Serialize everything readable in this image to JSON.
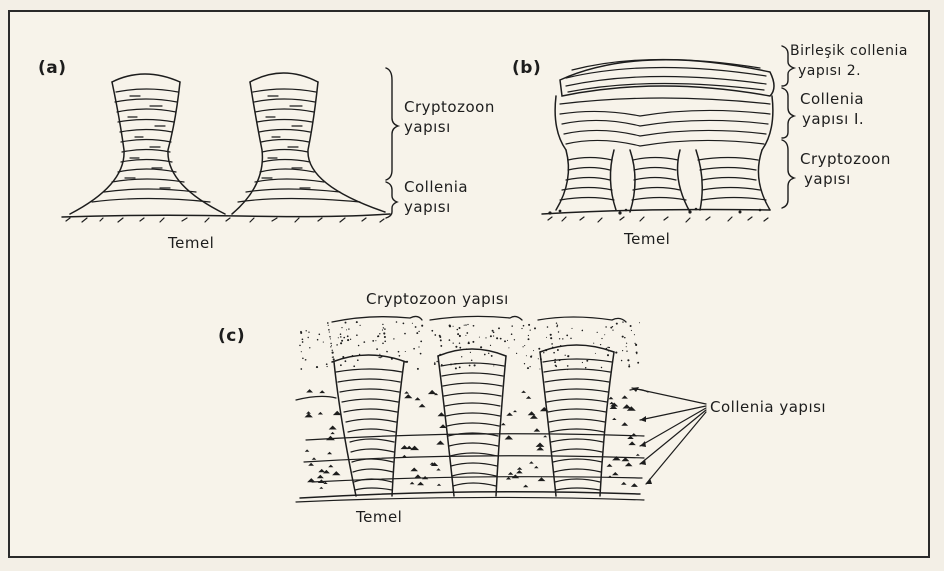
{
  "figure": {
    "panel_a": {
      "label": "(a)",
      "cryptozoon_line1": "Cryptozoon",
      "cryptozoon_line2": "yapısı",
      "collenia_line1": "Collenia",
      "collenia_line2": "yapısı",
      "base": "Temel"
    },
    "panel_b": {
      "label": "(b)",
      "birlesik_line1": "Birleşik collenia",
      "birlesik_line2": "yapısı  2.",
      "collenia_line1": "Collenia",
      "collenia_line2": "yapısı  I.",
      "cryptozoon_line1": "Cryptozoon",
      "cryptozoon_line2": "yapısı",
      "base": "Temel"
    },
    "panel_c": {
      "label": "(c)",
      "cryptozoon": "Cryptozoon  yapısı",
      "collenia": "Collenia  yapısı",
      "base": "Temel"
    }
  },
  "colors": {
    "ink": "#1d1d1d",
    "paper": "#f7f3ea",
    "frame": "#2a2a2a"
  }
}
